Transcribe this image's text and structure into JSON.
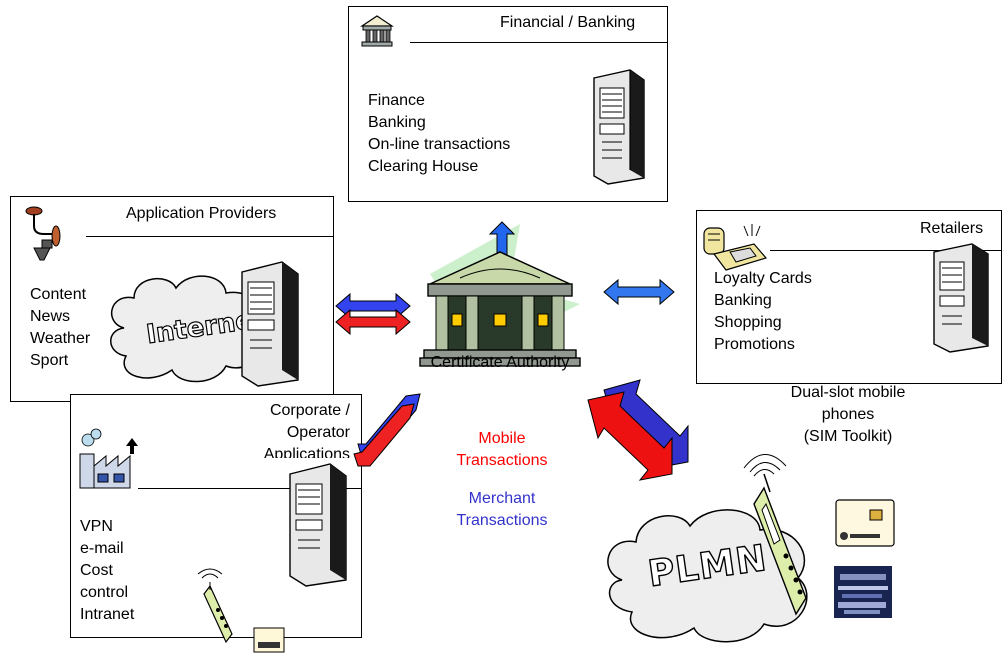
{
  "financial": {
    "title": "Financial / Banking",
    "items": [
      "Finance",
      "Banking",
      "On-line transactions",
      "Clearing House"
    ]
  },
  "application": {
    "title": "Application Providers",
    "items": [
      "Content",
      "News",
      "Weather",
      "Sport"
    ],
    "cloud_label": "Internet"
  },
  "retailers": {
    "title": "Retailers",
    "items": [
      "Loyalty Cards",
      "Banking",
      "Shopping",
      "Promotions"
    ]
  },
  "corporate": {
    "title_lines": [
      "Corporate /",
      "Operator",
      "Applications"
    ],
    "items": [
      "VPN",
      "e-mail",
      "Cost",
      "control",
      "Intranet"
    ]
  },
  "center": {
    "label": "Certificate Authority"
  },
  "legend": {
    "mobile": [
      "Mobile",
      "Transactions"
    ],
    "merchant": [
      "Merchant",
      "Transactions"
    ],
    "mobile_color": "#ff0000",
    "merchant_color": "#3333cc"
  },
  "phones": {
    "label_lines": [
      "Dual-slot mobile",
      "phones",
      "(SIM Toolkit)"
    ],
    "cloud_label": "PLMN"
  }
}
